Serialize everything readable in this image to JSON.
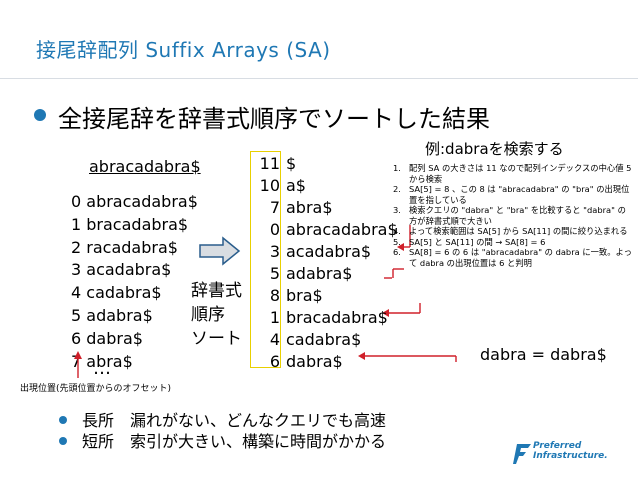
{
  "title": "接尾辞配列  Suffix Arrays (SA)",
  "main_bullet": "全接尾辞を辞書式順序でソートした結果",
  "original_string": "abracadabra$",
  "suffixes": [
    "0 abracadabra$",
    "1 bracadabra$",
    "2 racadabra$",
    "3 acadabra$",
    "4 cadabra$",
    "5 adabra$",
    "6 dabra$",
    "7 abra$"
  ],
  "ellipsis": "…",
  "offset_note": "出現位置(先頭位置からのオフセット)",
  "sort_label": [
    "辞書式",
    "順序",
    "ソート"
  ],
  "sorted": [
    {
      "idx": "11",
      "suffix": "$"
    },
    {
      "idx": "10",
      "suffix": "a$"
    },
    {
      "idx": "7",
      "suffix": "abra$"
    },
    {
      "idx": "0",
      "suffix": "abracadabra$"
    },
    {
      "idx": "3",
      "suffix": "acadabra$"
    },
    {
      "idx": "5",
      "suffix": "adabra$"
    },
    {
      "idx": "8",
      "suffix": "bra$"
    },
    {
      "idx": "1",
      "suffix": "bracadabra$"
    },
    {
      "idx": "4",
      "suffix": "cadabra$"
    },
    {
      "idx": "6",
      "suffix": "dabra$"
    }
  ],
  "example_title": "例:dabraを検索する",
  "steps": [
    {
      "n": "1.",
      "text": "配列 SA の大きさは 11 なので配列インデックスの中心値 5 から検索"
    },
    {
      "n": "2.",
      "text": "SA[5] = 8 、この 8 は \"abracadabra\" の \"bra\" の出現位置を指している"
    },
    {
      "n": "3.",
      "text": "検索クエリの \"dabra\" と \"bra\" を比較すると \"dabra\" の方が辞書式順で大きい"
    },
    {
      "n": "4.",
      "text": "よって検索範囲は SA[5] から SA[11] の間に絞り込まれる"
    },
    {
      "n": "5.",
      "text": "SA[5] と SA[11] の間 → SA[8] = 6"
    },
    {
      "n": "6.",
      "text": "SA[8] = 6 の 6 は \"abracadabra\" の dabra に一致。よって dabra の出現位置は 6 と判明"
    }
  ],
  "dabra_eq": "dabra = dabra$",
  "bottom_bullets": [
    "長所　漏れがない、どんなクエリでも高速",
    "短所　索引が大きい、構築に時間がかかる"
  ],
  "logo": {
    "line1": "Preferred",
    "line2": "Infrastructure."
  },
  "colors": {
    "accent": "#1f78b4",
    "box": "#e8d000",
    "arrow_fill": "#d9dde2",
    "arrow_stroke": "#2a5d8c",
    "pointer": "#d0202a"
  }
}
